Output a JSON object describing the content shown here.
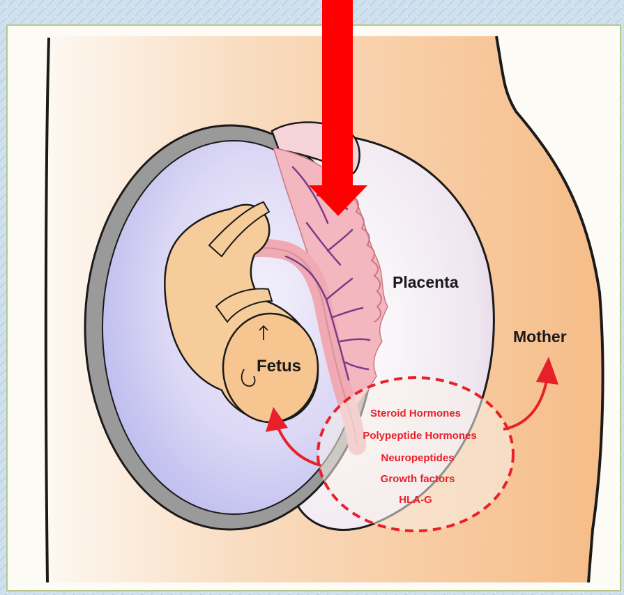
{
  "labels": {
    "placenta": "Placenta",
    "mother": "Mother",
    "fetus": "Fetus"
  },
  "secreted_factors": [
    "Steroid Hormones",
    "Polypeptide Hormones",
    "Neuropeptides",
    "Growth factors",
    "HLA-G"
  ],
  "colors": {
    "background_pattern": "#cfe0ee",
    "panel": "#fdfbf6",
    "panel_border": "#b7c98a",
    "maternal_tissue": "#f7c28f",
    "uterine_wall": "#9a9a9a",
    "amniotic_fluid": "#c8c8f2",
    "placenta": "#f4b6bf",
    "vessels": "#7a3a8a",
    "fetus_skin": "#f7cc9b",
    "secretion_red": "#e8202a",
    "pointer_arrow": "#ff0000",
    "outline": "#1a1a1a"
  },
  "icons": {
    "pointer": "down-arrow-icon",
    "to_mother": "curved-arrow-to-mother-icon",
    "to_fetus": "curved-arrow-to-fetus-icon"
  }
}
